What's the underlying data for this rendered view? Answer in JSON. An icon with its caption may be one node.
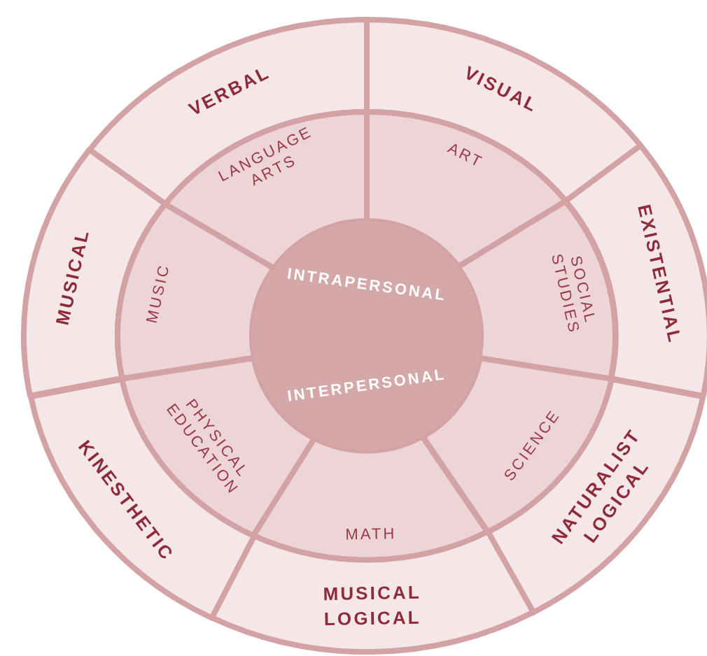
{
  "diagram": {
    "nodes": [
      {
        "text": [
          "VERBAL"
        ]
      },
      {
        "text": [
          "VISUAL"
        ]
      },
      {
        "text": [
          "EXISTENTIAL"
        ]
      },
      {
        "text": [
          "NATURALIST LOGICAL"
        ]
      },
      {
        "text": [
          "MUSICAL LOGICAL"
        ]
      },
      {
        "text": [
          "KINESTHETIC"
        ]
      },
      {
        "text": [
          "MUSICAL"
        ]
      },
      {
        "text": [
          "LANGUAGE ARTS"
        ]
      },
      {
        "text": [
          "ART"
        ]
      },
      {
        "text": [
          "SOCIAL STUDIES"
        ]
      },
      {
        "text": [
          "SCIENCE"
        ]
      },
      {
        "text": [
          "MATH"
        ]
      },
      {
        "text": [
          "PHYSICAL EDUCATION"
        ]
      },
      {
        "text": [
          "MUSIC"
        ]
      },
      {
        "text": [
          "INTRAPERSONAL",
          "INTERPERSONAL"
        ]
      }
    ]
  }
}
